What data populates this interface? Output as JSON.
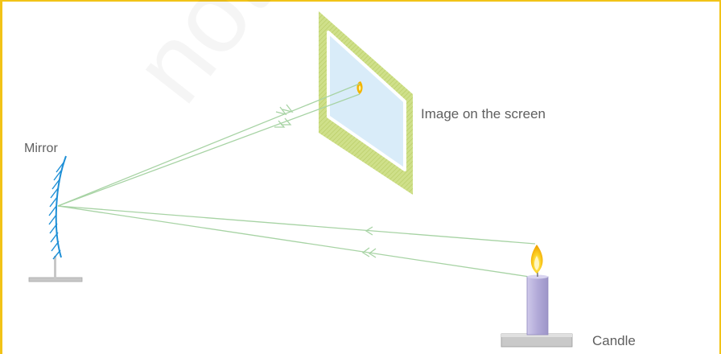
{
  "labels": {
    "mirror": "Mirror",
    "image": "Image on the screen",
    "candle": "Candle"
  },
  "watermark": "not t",
  "colors": {
    "frame": "#f2c318",
    "rays": "#a7d3a4",
    "mirror": "#1e8fd6",
    "screen_border": "#c9dc7b",
    "screen_glass": "#dbeefa",
    "candle_body": "#b7b0d9",
    "flame": "#f6c400",
    "base": "#c7c7c7"
  }
}
